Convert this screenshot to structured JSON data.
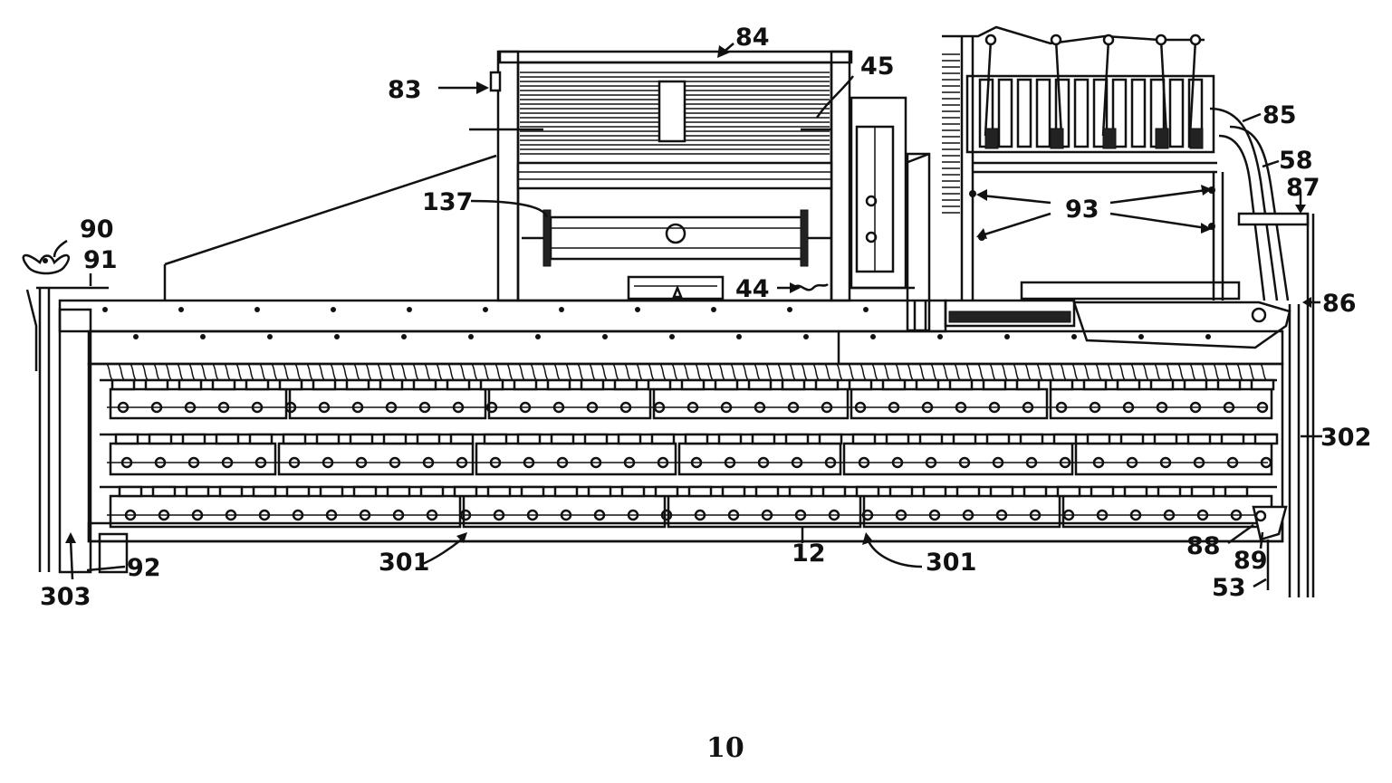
{
  "figure": {
    "page_number": "10",
    "reference_labels": [
      {
        "id": "84",
        "text": "84"
      },
      {
        "id": "83",
        "text": "83"
      },
      {
        "id": "45",
        "text": "45"
      },
      {
        "id": "85",
        "text": "85"
      },
      {
        "id": "58",
        "text": "58"
      },
      {
        "id": "87",
        "text": "87"
      },
      {
        "id": "93",
        "text": "93"
      },
      {
        "id": "137",
        "text": "137"
      },
      {
        "id": "90",
        "text": "90"
      },
      {
        "id": "91",
        "text": "91"
      },
      {
        "id": "44",
        "text": "44"
      },
      {
        "id": "86",
        "text": "86"
      },
      {
        "id": "302",
        "text": "302"
      },
      {
        "id": "88",
        "text": "88"
      },
      {
        "id": "89",
        "text": "89"
      },
      {
        "id": "53",
        "text": "53"
      },
      {
        "id": "92",
        "text": "92"
      },
      {
        "id": "303",
        "text": "303"
      },
      {
        "id": "301a",
        "text": "301"
      },
      {
        "id": "301b",
        "text": "301"
      },
      {
        "id": "12",
        "text": "12"
      }
    ]
  }
}
